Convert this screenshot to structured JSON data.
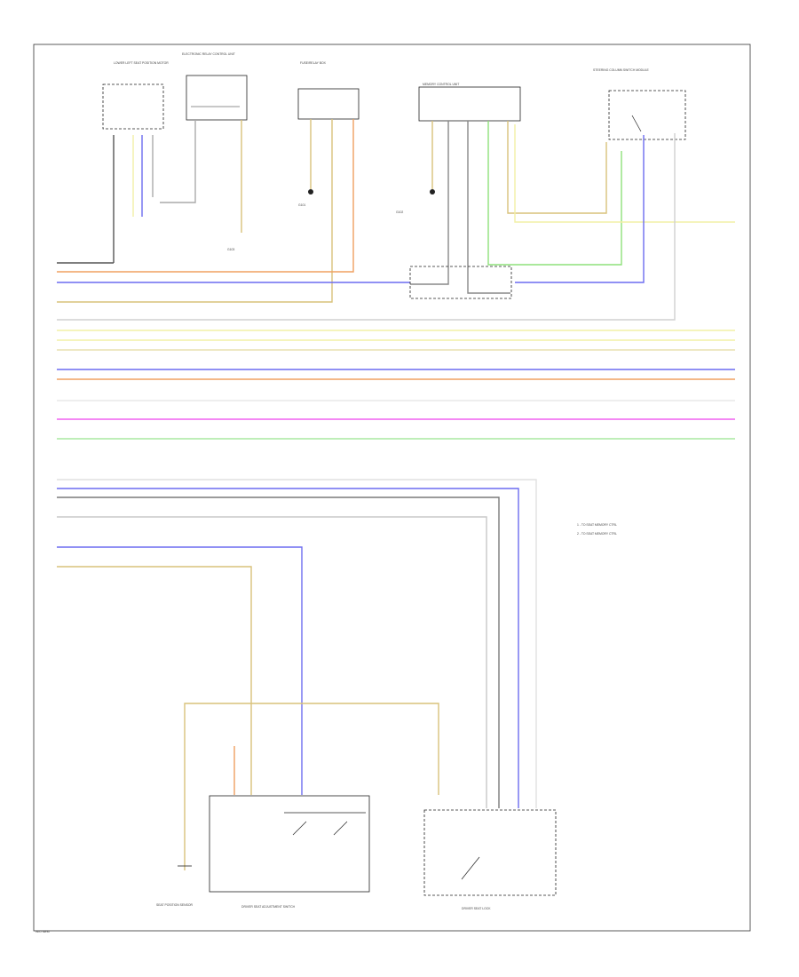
{
  "colors": {
    "yellow": "#f2f0a6",
    "blue": "#6c6cf0",
    "orange": "#f0a060",
    "tan": "#d9c27a",
    "green": "#8ee07a",
    "grey": "#7a7a7a",
    "black": "#222222",
    "pink": "#f060f0",
    "lightgreen": "#a8e8a0",
    "lightgrey": "#d0d0d0"
  },
  "components": {
    "top_left": "LOWER LEFT SEAT POSITION MOTOR",
    "top_mid_left": "ELECTRONIC RELAY CONTROL UNIT",
    "top_mid": "FUSE/RELAY BOX",
    "top_center": "MEMORY CONTROL UNIT",
    "top_right": "STEERING COLUMN SWITCH MODULE",
    "ground_a": "G101",
    "ground_b": "G102",
    "ground_c": "G103",
    "bottom_left": "SEAT POSITION SENSOR",
    "bottom_center": "DRIVER SEAT ADJUSTMENT SWITCH",
    "bottom_right": "DRIVER SEAT LOCK",
    "note_1": "1 - TO SEAT MEMORY CTRL",
    "note_2": "2 - TO SEAT MEMORY CTRL",
    "footer": "W/O MEM"
  }
}
